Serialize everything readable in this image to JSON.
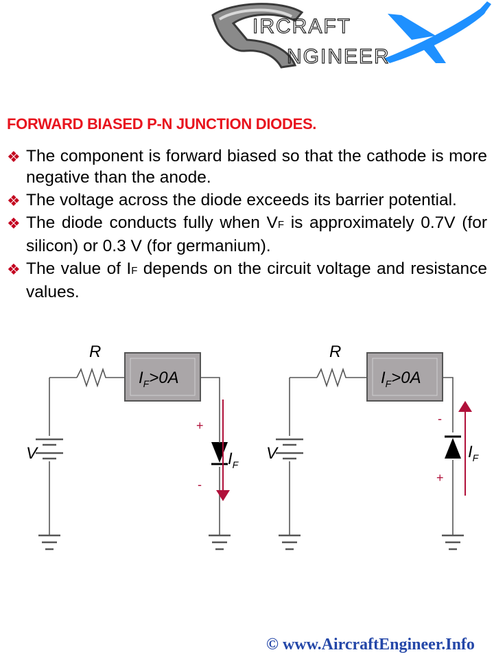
{
  "logo": {
    "line1": "IRCRAFT",
    "line2": "NGINEER",
    "plane_color": "#1e90ff"
  },
  "title": {
    "text": "FORWARD BIASED P-N JUNCTION DIODES.",
    "color": "#e8141e"
  },
  "bullet_icon": "four-petal-diamond-icon",
  "bullets": [
    {
      "text": "The component is forward biased so that the cathode is more negative than the anode."
    },
    {
      "text": "The voltage across the diode exceeds its barrier potential."
    },
    {
      "pre": "The diode conducts fully when V",
      "sub": "F",
      "post": " is approximately 0.7V (for silicon) or 0.3 V (for germanium)."
    },
    {
      "pre": "The value of I",
      "sub": "F",
      "post": " depends on the circuit voltage and resistance values."
    }
  ],
  "circuits": [
    {
      "resistor_label": "R",
      "source_label": "V",
      "meter_label": "I",
      "meter_sub": "F",
      "meter_value": ">0A",
      "current_label": "I",
      "current_sub": "F",
      "top_sign": "+",
      "bottom_sign": "-"
    },
    {
      "resistor_label": "R",
      "source_label": "V",
      "meter_label": "I",
      "meter_sub": "F",
      "meter_value": ">0A",
      "current_label": "I",
      "current_sub": "F",
      "top_sign": "-",
      "bottom_sign": "+"
    }
  ],
  "footer": {
    "symbol": "©",
    "url": "www.AircraftEngineer.Info"
  }
}
